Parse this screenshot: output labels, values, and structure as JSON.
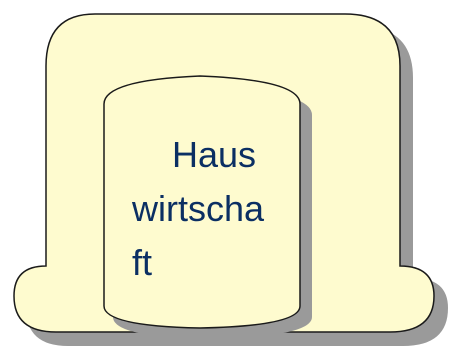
{
  "shape": {
    "lines": [
      "Haus",
      "wirtscha",
      "ft"
    ],
    "fill_color": "#fefbcf",
    "stroke_color": "#1a1a1a",
    "shadow_color": "#9a9a9a",
    "text_color": "#0b2f63"
  }
}
